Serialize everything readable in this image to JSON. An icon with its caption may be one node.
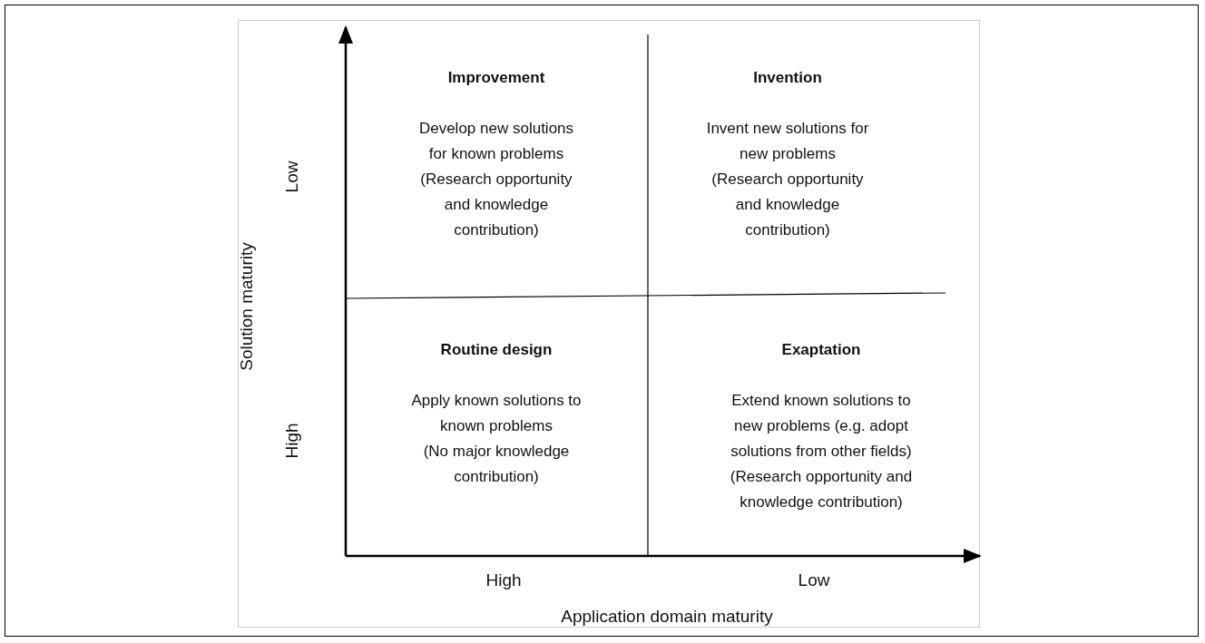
{
  "diagram": {
    "nodes": [
      {
        "text": [
          "Improvement",
          "Develop new solutions for known problems",
          "(Research opportunity and knowledge contribution)"
        ]
      },
      {
        "text": [
          "Invention",
          "Invent new solutions for new problems",
          "(Research opportunity and knowledge contribution)"
        ]
      },
      {
        "text": [
          "Routine design",
          "Apply known solutions to known problems",
          "(No major knowledge contribution)"
        ]
      },
      {
        "text": [
          "Exaptation",
          "Extend known solutions to new problems (e.g. adopt solutions from other fields)",
          "(Research opportunity and knowledge contribution)"
        ]
      }
    ],
    "labels": [
      "Low",
      "Solution maturity",
      "High",
      "High",
      "Low",
      "Application domain maturity"
    ]
  }
}
